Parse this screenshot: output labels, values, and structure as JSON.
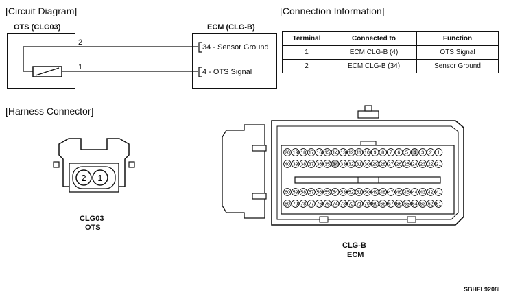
{
  "sections": {
    "circuit": "[Circuit Diagram]",
    "connection": "[Connection Information]",
    "harness": "[Harness Connector]"
  },
  "circuit": {
    "ots_title": "OTS (CLG03)",
    "ecm_title": "ECM (CLG-B)",
    "ots_pin_top": "2",
    "ots_pin_bottom": "1",
    "ecm_pin_top": "34 - Sensor Ground",
    "ecm_pin_bottom": "4 - OTS Signal"
  },
  "table": {
    "headers": [
      "Terminal",
      "Connected to",
      "Function"
    ],
    "rows": [
      [
        "1",
        "ECM CLG-B (4)",
        "OTS Signal"
      ],
      [
        "2",
        "ECM CLG-B (34)",
        "Sensor Ground"
      ]
    ]
  },
  "harness": {
    "ots_pins": [
      "2",
      "1"
    ],
    "ots_label_1": "CLG03",
    "ots_label_2": "OTS",
    "ecm_label_1": "CLG-B",
    "ecm_label_2": "ECM",
    "ecm_rows": [
      [
        "20",
        "19",
        "18",
        "17",
        "16",
        "15",
        "14",
        "13",
        "12",
        "11",
        "10",
        "9",
        "8",
        "7",
        "6",
        "5",
        "4",
        "3",
        "2",
        "1"
      ],
      [
        "40",
        "39",
        "38",
        "37",
        "36",
        "35",
        "34",
        "33",
        "32",
        "31",
        "30",
        "29",
        "28",
        "27",
        "26",
        "25",
        "24",
        "23",
        "22",
        "21"
      ],
      [
        "60",
        "59",
        "58",
        "57",
        "56",
        "55",
        "54",
        "53",
        "52",
        "51",
        "50",
        "49",
        "48",
        "47",
        "46",
        "45",
        "44",
        "43",
        "42",
        "41"
      ],
      [
        "80",
        "79",
        "78",
        "77",
        "76",
        "75",
        "74",
        "73",
        "72",
        "71",
        "70",
        "69",
        "68",
        "67",
        "66",
        "65",
        "64",
        "63",
        "62",
        "61"
      ]
    ],
    "ecm_used_pins": [
      "4",
      "34"
    ]
  },
  "figure_code": "SBHFL9208L"
}
